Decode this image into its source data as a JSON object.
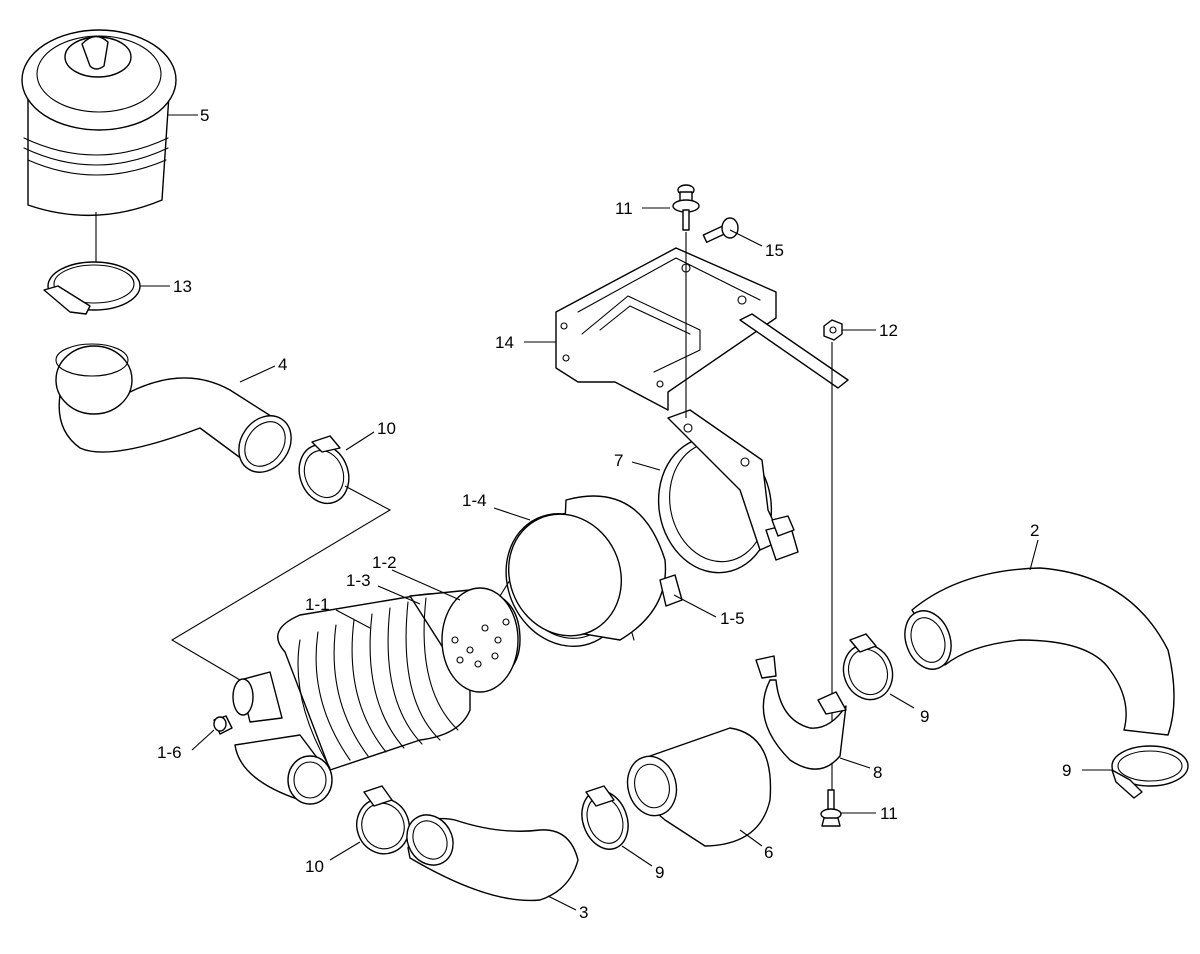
{
  "callouts": {
    "c1_1": "1-1",
    "c1_2": "1-2",
    "c1_3": "1-3",
    "c1_4": "1-4",
    "c1_5": "1-5",
    "c1_6": "1-6",
    "c2": "2",
    "c3": "3",
    "c4": "4",
    "c5": "5",
    "c6": "6",
    "c7": "7",
    "c8": "8",
    "c9a": "9",
    "c9b": "9",
    "c9c": "9",
    "c10a": "10",
    "c10b": "10",
    "c11a": "11",
    "c11b": "11",
    "c12": "12",
    "c13": "13",
    "c14": "14",
    "c15": "15"
  },
  "colors": {
    "line": "#000000",
    "background": "#ffffff"
  }
}
